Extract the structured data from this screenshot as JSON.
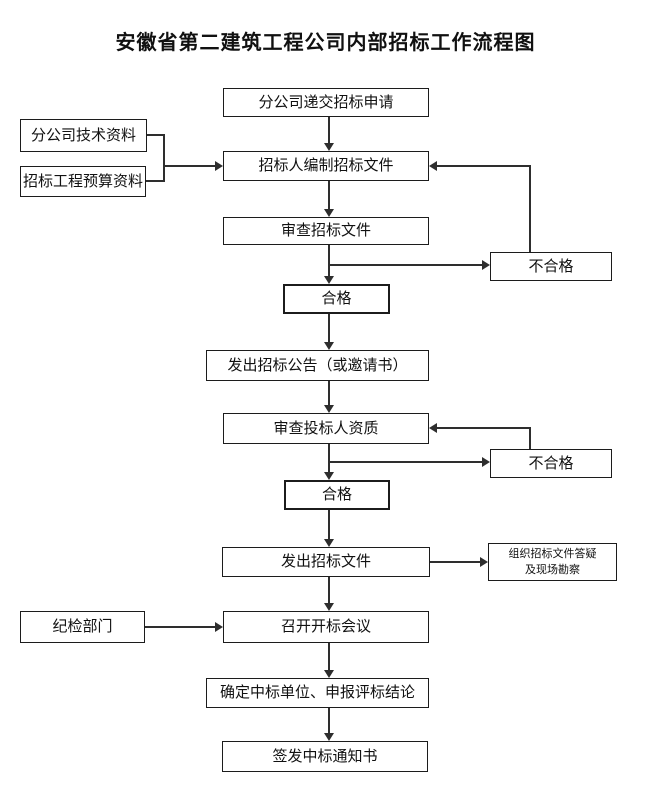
{
  "title": "安徽省第二建筑工程公司内部招标工作流程图",
  "colors": {
    "background": "#ffffff",
    "box_fill": "#ffffff",
    "ink": "#1c1c1c",
    "line": "#2e2e2e"
  },
  "nodes": {
    "submit_application": {
      "label": "分公司递交招标申请"
    },
    "technical_data": {
      "label": "分公司技术资料"
    },
    "budget_data": {
      "label": "招标工程预算资料"
    },
    "compile_documents": {
      "label": "招标人编制招标文件"
    },
    "review_documents": {
      "label": "审查招标文件"
    },
    "unqualified_1": {
      "label": "不合格"
    },
    "qualified_1": {
      "label": "合格"
    },
    "announcement": {
      "label": "发出招标公告（或邀请书）"
    },
    "review_bidders": {
      "label": "审查投标人资质"
    },
    "unqualified_2": {
      "label": "不合格"
    },
    "qualified_2": {
      "label": "合格"
    },
    "issue_documents": {
      "label": "发出招标文件"
    },
    "qa_site_survey": {
      "label": "组织招标文件答疑\n及现场勘察"
    },
    "discipline_dept": {
      "label": "纪检部门"
    },
    "bid_opening_meeting": {
      "label": "召开开标会议"
    },
    "determine_winner": {
      "label": "确定中标单位、申报评标结论"
    },
    "issue_award_notice": {
      "label": "签发中标通知书"
    }
  }
}
